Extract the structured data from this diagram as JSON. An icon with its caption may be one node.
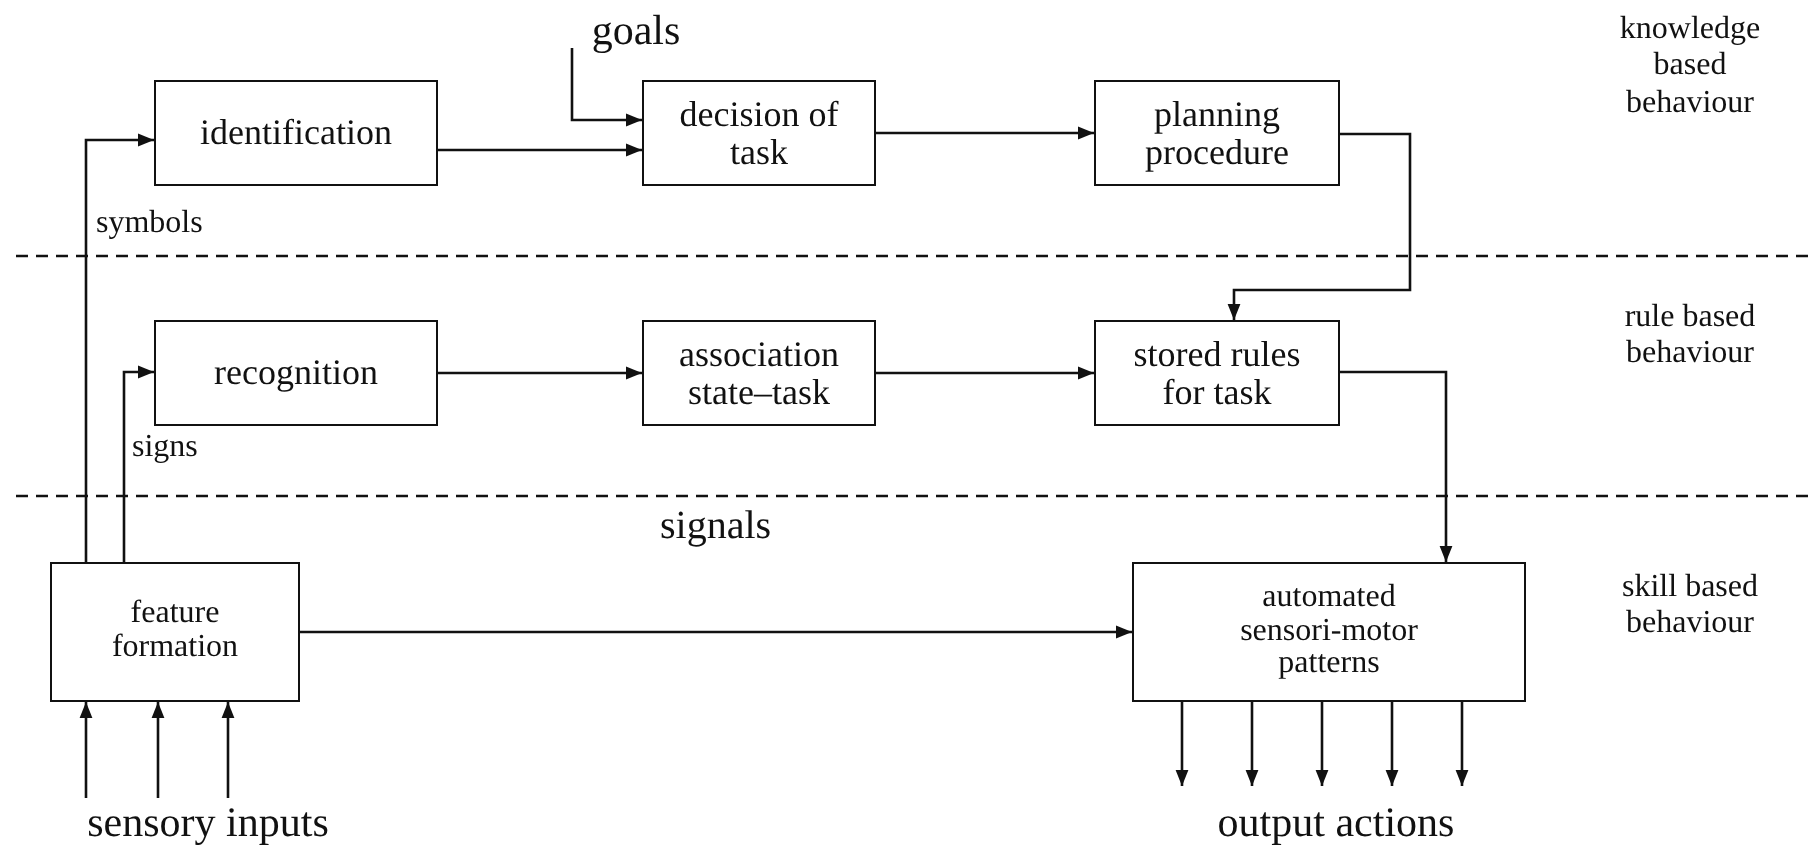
{
  "diagram": {
    "nodes": [
      {
        "text": [
          "identification"
        ]
      },
      {
        "text": [
          "decision of task"
        ]
      },
      {
        "text": [
          "planning procedure"
        ]
      },
      {
        "text": [
          "recognition"
        ]
      },
      {
        "text": [
          "association state–task"
        ]
      },
      {
        "text": [
          "stored rules for task"
        ]
      },
      {
        "text": [
          "feature formation"
        ]
      },
      {
        "text": [
          "automated sensori-motor patterns"
        ]
      },
      {
        "text": [
          "goals"
        ]
      },
      {
        "text": [
          "sensory inputs"
        ]
      },
      {
        "text": [
          "output actions"
        ]
      }
    ],
    "edges": [
      {
        "from": 6,
        "to": 0,
        "arrow": "to",
        "label": "symbols"
      },
      {
        "from": 6,
        "to": 3,
        "arrow": "to",
        "label": "signs"
      },
      {
        "from": 0,
        "to": 1,
        "arrow": "to"
      },
      {
        "from": 8,
        "to": 1,
        "arrow": "to"
      },
      {
        "from": 1,
        "to": 2,
        "arrow": "to"
      },
      {
        "from": 2,
        "to": 5,
        "arrow": "to"
      },
      {
        "from": 3,
        "to": 4,
        "arrow": "to"
      },
      {
        "from": 4,
        "to": 5,
        "arrow": "to"
      },
      {
        "from": 5,
        "to": 7,
        "arrow": "to"
      },
      {
        "from": 6,
        "to": 7,
        "arrow": "to",
        "label": "signals"
      },
      {
        "from": 9,
        "to": 6,
        "arrow": "to"
      },
      {
        "from": 9,
        "to": 6,
        "arrow": "to"
      },
      {
        "from": 9,
        "to": 6,
        "arrow": "to"
      },
      {
        "from": 7,
        "to": 10,
        "arrow": "to"
      },
      {
        "from": 7,
        "to": 10,
        "arrow": "to"
      },
      {
        "from": 7,
        "to": 10,
        "arrow": "to"
      },
      {
        "from": 7,
        "to": 10,
        "arrow": "to"
      },
      {
        "from": 7,
        "to": 10,
        "arrow": "to"
      }
    ],
    "labels": [
      "knowledge based behaviour",
      "rule based behaviour",
      "skill based behaviour"
    ]
  }
}
